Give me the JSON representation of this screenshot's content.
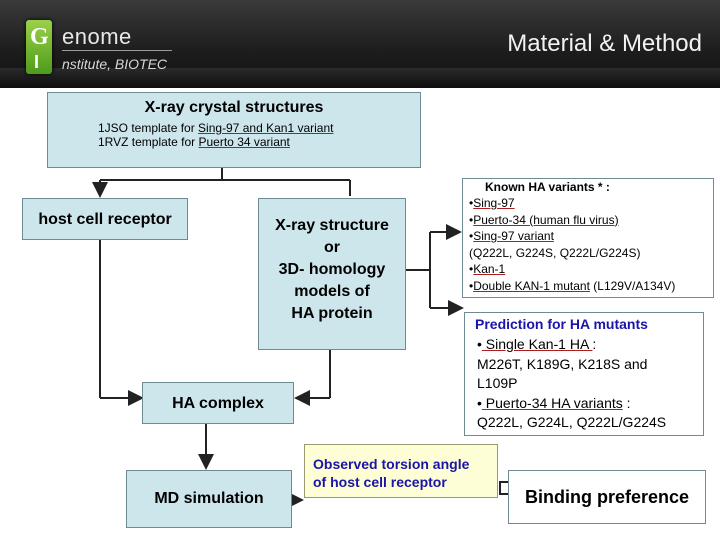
{
  "header": {
    "logo_g": "G",
    "logo_i": "I",
    "logo_genome": "enome",
    "logo_institute": "nstitute, BIOTEC",
    "title": "Material & Method"
  },
  "xray_box": {
    "title": "X-ray crystal structures",
    "line1_prefix": "1JSO template for ",
    "line1_link": "Sing-97 and Kan1 variant",
    "line2_prefix": "1RVZ template for ",
    "line2_link": "Puerto 34 variant"
  },
  "host_cell_receptor": "host cell receptor",
  "structure_box": {
    "l1": "X-ray structure",
    "l2": "or",
    "l3": "3D- homology",
    "l4": "models of",
    "l5": "HA protein"
  },
  "known_variants": {
    "title": "Known HA variants * :",
    "item1": "Sing-97",
    "item2": "Puerto-34 (human flu virus)",
    "item3": "Sing-97 variant",
    "item3b": "(Q222L, G224S, Q222L/G224S)",
    "item4": "Kan-1",
    "item5_link": "Double KAN-1 mutant",
    "item5_rest": " (L129V/A134V)"
  },
  "prediction": {
    "title": "Prediction for HA mutants",
    "s1_link": " Single Kan-1 HA ",
    "s1_rest": " :",
    "s1_body1": "M226T, K189G, K218S and",
    "s1_body2": "L109P",
    "s2_link": " Puerto-34 HA variants",
    "s2_rest": " :",
    "s2_body": "Q222L, G224L, Q222L/G224S"
  },
  "ha_complex": "HA complex",
  "md_simulation": "MD simulation",
  "observed": {
    "l1": "Observed torsion angle",
    "l2": "of host cell receptor"
  },
  "binding_preference": "Binding preference",
  "bullet": "•"
}
